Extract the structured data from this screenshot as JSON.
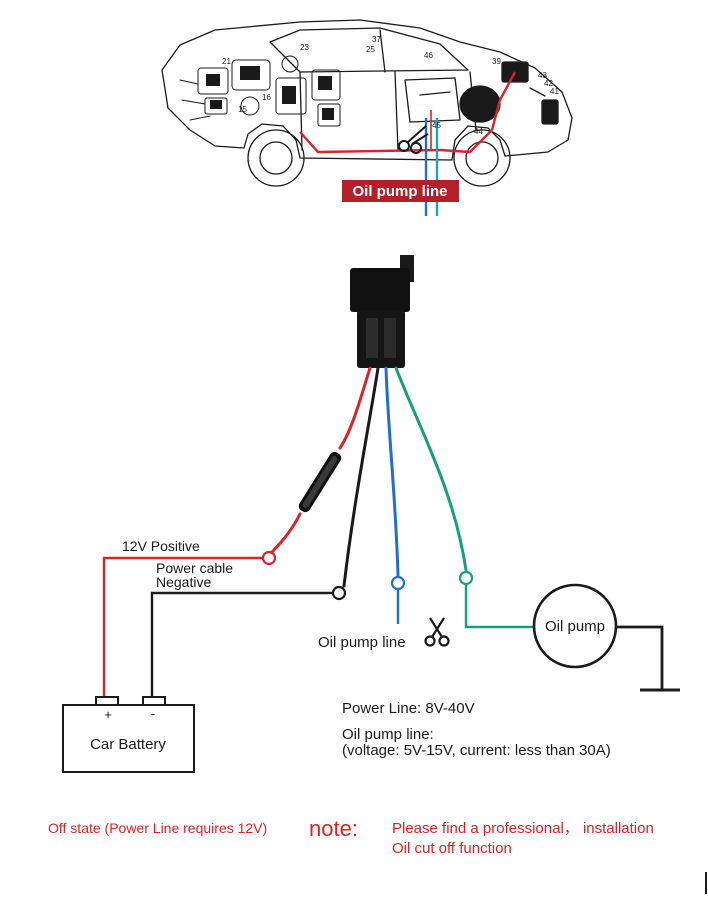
{
  "car_illustration": {
    "part_numbers": [
      "37",
      "25",
      "46",
      "39",
      "43",
      "42",
      "41",
      "45",
      "44",
      "23",
      "21",
      "15",
      "16"
    ],
    "oil_pump_line_label": "Oil pump line",
    "label_bg_color": "#b3202a",
    "wire_red": "#d9232b",
    "wire_blue": "#1f6fd1",
    "wire_teal": "#19a6b8"
  },
  "wiring": {
    "positive_label": "12V Positive",
    "power_cable_label": "Power cable",
    "negative_label": "Negative",
    "oil_pump_line_label": "Oil pump line",
    "scissors_icon": "scissors-icon",
    "oil_pump_label": "Oil pump",
    "battery": {
      "label": "Car Battery",
      "plus": "+",
      "minus": "-"
    },
    "wire_colors": {
      "red": "#d9232b",
      "black": "#1a1a1a",
      "blue": "#1f6fd1",
      "green": "#13a07a"
    }
  },
  "specs": {
    "power_line": "Power Line: 8V-40V",
    "oil_pump_line_title": "Oil pump line:",
    "oil_pump_line_detail": "(voltage: 5V-15V, current: less than 30A)"
  },
  "footer": {
    "off_state": "Off state (Power Line requires 12V)",
    "note_label": "note:",
    "note_line1": "Please find a professional，  installation",
    "note_line2": "Oil cut off function",
    "accent_color": "#e02020"
  }
}
